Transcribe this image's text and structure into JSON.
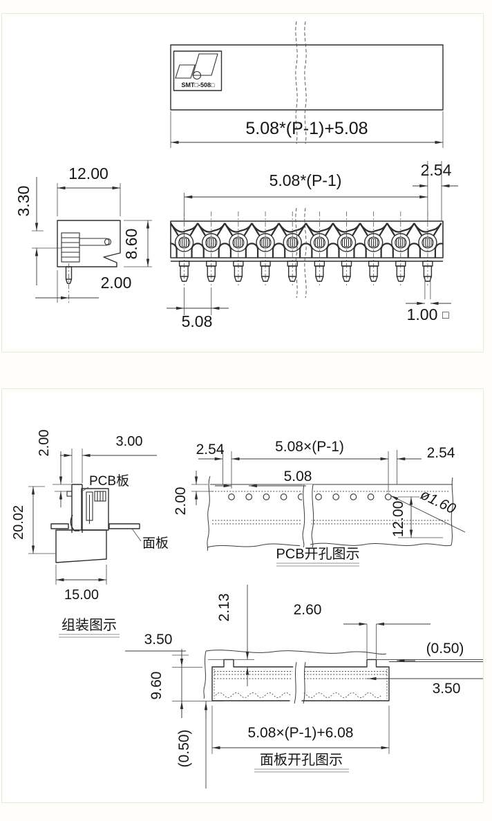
{
  "colors": {
    "line": "#2f2f2f",
    "panel_border": "#e2ecd6",
    "background": "#ffffff",
    "underline": "#8a9a8a"
  },
  "top_panel": {
    "top_view": {
      "logo_text": "SMT□-508□"
    },
    "dim_overall": "5.08*(P-1)+5.08",
    "front_view": {
      "dim_span": "5.08*(P-1)",
      "dim_end": "2.54",
      "dim_pitch": "5.08",
      "dim_pin": "1.00",
      "dim_pin_symbol": "□"
    },
    "side_view": {
      "dim_width": "12.00",
      "dim_lever": "3.30",
      "dim_height": "8.60",
      "dim_pin_offset": "2.00"
    }
  },
  "bottom_panel": {
    "assembly_view": {
      "title": "组装图示",
      "label_pcb": "PCB板",
      "label_panel": "面板",
      "dim_gap": "2.00",
      "dim_front": "3.00",
      "dim_height": "20.02",
      "dim_width": "15.00"
    },
    "pcb_view": {
      "title": "PCB开孔图示",
      "dim_left": "2.54",
      "dim_span": "5.08×(P-1)",
      "dim_right": "2.54",
      "dim_pitch": "5.08",
      "dim_edge": "2.00",
      "dim_hole": "ø1.60",
      "dim_depth": "12.00"
    },
    "panel_view": {
      "title": "面板开孔图示",
      "dim_notch_h": "2.13",
      "dim_notch_w": "2.60",
      "dim_top_offset": "3.50",
      "dim_tol_right": "(0.50)",
      "dim_height": "9.60",
      "dim_inset": "3.50",
      "dim_span": "5.08×(P-1)+6.08",
      "dim_tol_bottom": "(0.50)"
    }
  }
}
